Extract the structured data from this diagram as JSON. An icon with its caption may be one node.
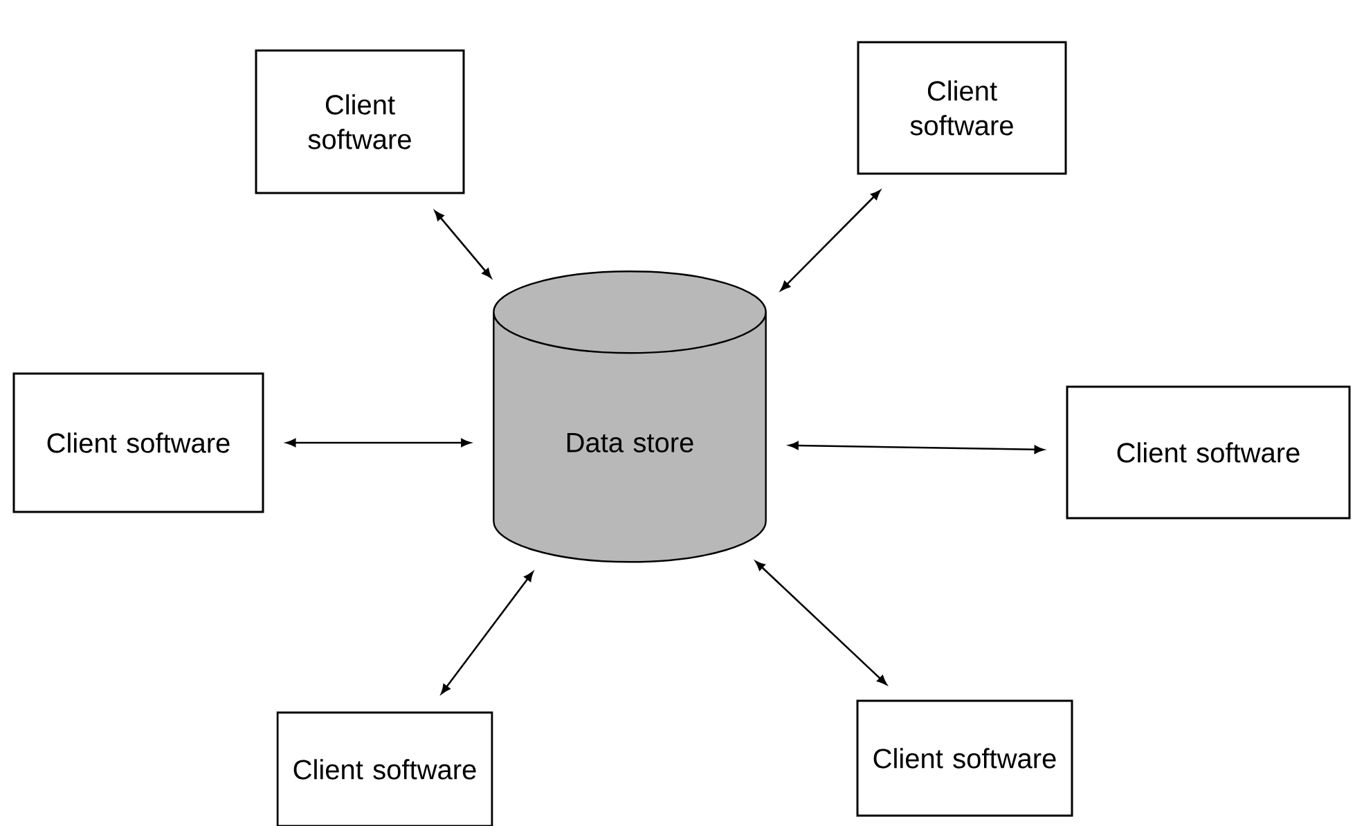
{
  "diagram": {
    "nodes": [
      {
        "text": [
          "Data store"
        ]
      },
      {
        "text": [
          "Client software"
        ]
      },
      {
        "text": [
          "Client software"
        ]
      },
      {
        "text": [
          "Client software"
        ]
      },
      {
        "text": [
          "Client software"
        ]
      },
      {
        "text": [
          "Client software"
        ]
      },
      {
        "text": [
          "Client software"
        ]
      }
    ],
    "edges": [
      {
        "from": 1,
        "to": 0,
        "arrow": "both"
      },
      {
        "from": 2,
        "to": 0,
        "arrow": "both"
      },
      {
        "from": 3,
        "to": 0,
        "arrow": "both"
      },
      {
        "from": 4,
        "to": 0,
        "arrow": "both"
      },
      {
        "from": 5,
        "to": 0,
        "arrow": "both"
      },
      {
        "from": 6,
        "to": 0,
        "arrow": "both"
      }
    ]
  }
}
